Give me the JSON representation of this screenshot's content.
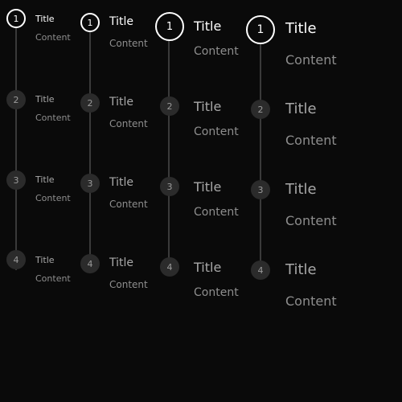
{
  "colors": {
    "background": "#0a0a0a",
    "active": "#ffffff",
    "inactive_dot": "#2b2b2b",
    "inactive_text": "#9b9b9b",
    "connector": "#3a3a3a"
  },
  "steppers": [
    {
      "size": "xs",
      "steps": [
        {
          "number": "1",
          "title": "Title",
          "content": "Content",
          "state": "active"
        },
        {
          "number": "2",
          "title": "Title",
          "content": "Content",
          "state": "inactive"
        },
        {
          "number": "3",
          "title": "Title",
          "content": "Content",
          "state": "inactive"
        },
        {
          "number": "4",
          "title": "Title",
          "content": "Content",
          "state": "inactive"
        }
      ]
    },
    {
      "size": "s",
      "steps": [
        {
          "number": "1",
          "title": "Title",
          "content": "Content",
          "state": "active"
        },
        {
          "number": "2",
          "title": "Title",
          "content": "Content",
          "state": "inactive"
        },
        {
          "number": "3",
          "title": "Title",
          "content": "Content",
          "state": "inactive"
        },
        {
          "number": "4",
          "title": "Title",
          "content": "Content",
          "state": "inactive"
        }
      ]
    },
    {
      "size": "m",
      "steps": [
        {
          "number": "1",
          "title": "Title",
          "content": "Content",
          "state": "active"
        },
        {
          "number": "2",
          "title": "Title",
          "content": "Content",
          "state": "inactive"
        },
        {
          "number": "3",
          "title": "Title",
          "content": "Content",
          "state": "inactive"
        },
        {
          "number": "4",
          "title": "Title",
          "content": "Content",
          "state": "inactive"
        }
      ]
    },
    {
      "size": "l",
      "steps": [
        {
          "number": "1",
          "title": "Title",
          "content": "Content",
          "state": "active"
        },
        {
          "number": "2",
          "title": "Title",
          "content": "Content",
          "state": "inactive"
        },
        {
          "number": "3",
          "title": "Title",
          "content": "Content",
          "state": "inactive"
        },
        {
          "number": "4",
          "title": "Title",
          "content": "Content",
          "state": "inactive"
        }
      ]
    }
  ]
}
